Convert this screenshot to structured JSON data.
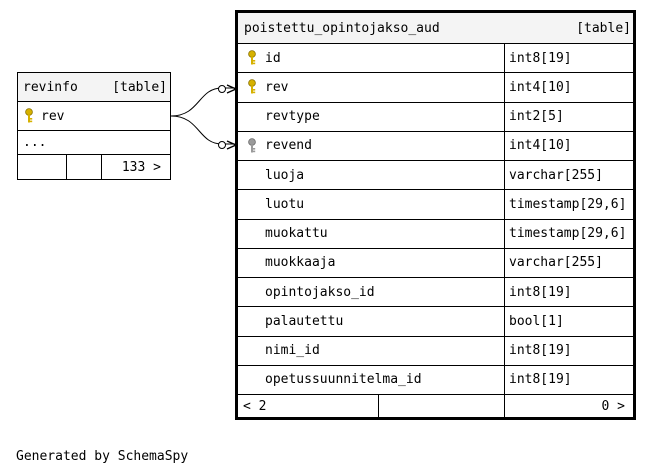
{
  "revinfo": {
    "name": "revinfo",
    "kind": "[table]",
    "columns": [
      {
        "name": "rev",
        "icon": "primary-key-icon"
      }
    ],
    "ellipsis": "...",
    "footer": {
      "children": "133 >"
    }
  },
  "main": {
    "name": "poistettu_opintojakso_aud",
    "kind": "[table]",
    "columns": [
      {
        "name": "id",
        "type": "int8[19]",
        "icon": "primary-key-icon"
      },
      {
        "name": "rev",
        "type": "int4[10]",
        "icon": "primary-key-icon"
      },
      {
        "name": "revtype",
        "type": "int2[5]"
      },
      {
        "name": "revend",
        "type": "int4[10]",
        "icon": "foreign-key-icon"
      },
      {
        "name": "luoja",
        "type": "varchar[255]"
      },
      {
        "name": "luotu",
        "type": "timestamp[29,6]"
      },
      {
        "name": "muokattu",
        "type": "timestamp[29,6]"
      },
      {
        "name": "muokkaaja",
        "type": "varchar[255]"
      },
      {
        "name": "opintojakso_id",
        "type": "int8[19]"
      },
      {
        "name": "palautettu",
        "type": "bool[1]"
      },
      {
        "name": "nimi_id",
        "type": "int8[19]"
      },
      {
        "name": "opetussuunnitelma_id",
        "type": "int8[19]"
      }
    ],
    "footer": {
      "parents": "< 2",
      "children": "0 >"
    }
  },
  "generated_by": "Generated by SchemaSpy",
  "colors": {
    "key_gold": "#d6b100",
    "key_gray": "#9a9a9a",
    "header_bg": "#f4f4f4"
  }
}
